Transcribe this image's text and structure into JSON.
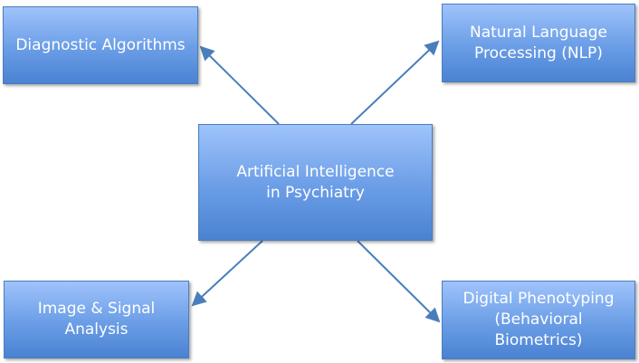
{
  "center": {
    "label": "Artificial Intelligence in Psychiatry"
  },
  "nodes": [
    {
      "label": "Diagnostic Algorithms"
    },
    {
      "label": "Natural Language Processing (NLP)"
    },
    {
      "label": "Image & Signal Analysis"
    },
    {
      "label": "Digital Phenotyping (Behavioral Biometrics)"
    }
  ],
  "colors": {
    "box": "#6a9de6",
    "arrow": "#4a7ebb"
  }
}
